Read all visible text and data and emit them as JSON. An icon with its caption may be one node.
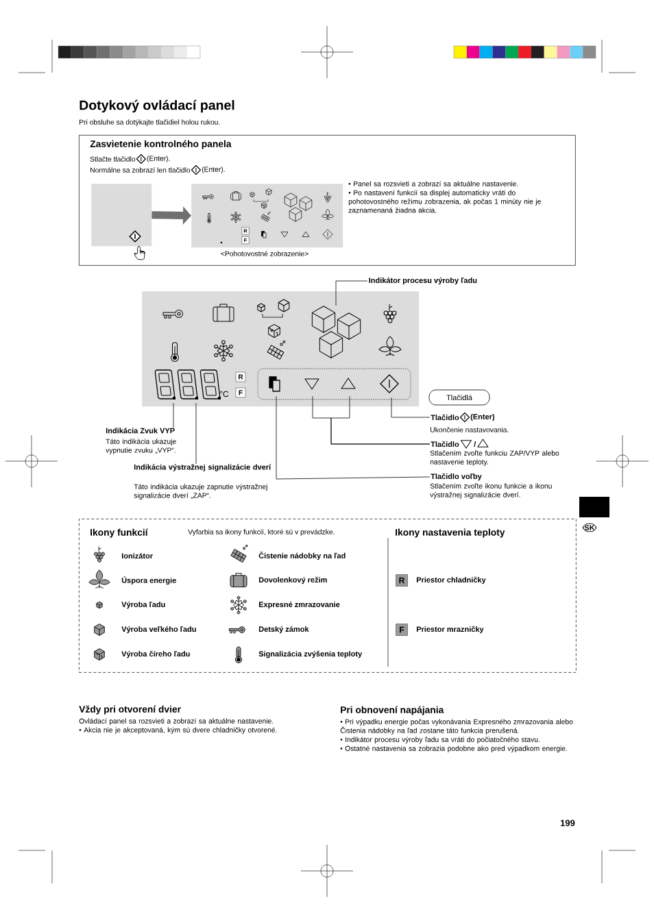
{
  "diagram": {
    "title": "Dotykový ovládací panel",
    "nodes": [
      {
        "text": [
          "Zasvietenie kontrolného panela",
          "Stlačte tlačidlo",
          "(Enter).",
          "Normálne sa zobrazí len tlačidlo",
          "(Enter).",
          "• Panel sa rozsvieti a zobrazí sa aktuálne nastavenie.",
          "• Po nastavení funkcií sa displej automaticky vráti do pohotovostného režimu zobrazenia, ak počas 1 minúty nie je zaznamenaná žiadna akcia."
        ]
      },
      {
        "text": [],
        "shape": "box",
        "in": 0
      },
      {
        "text": [],
        "shape": "box",
        "in": 0,
        "beside": [
          "<Pohotovostné zobrazenie>"
        ]
      },
      {
        "text": [],
        "shape": "box"
      },
      {
        "text": [
          "Indikátor procesu výroby ľadu"
        ]
      },
      {
        "text": [
          "Tlačidlá"
        ]
      },
      {
        "text": [
          "Tlačidlo",
          "(Enter)",
          "Ukončenie nastavovania."
        ]
      },
      {
        "text": [
          "Tlačidlo",
          "/",
          "Stlačením zvoľte funkciu ZAP/VYP alebo nastavenie teploty."
        ]
      },
      {
        "text": [
          "Tlačidlo voľby",
          "Stlačením zvoľte ikonu funkcie a ikonu výstražnej signalizácie dverí."
        ]
      },
      {
        "text": [
          "Indikácia Zvuk VYP",
          "Táto indikácia ukazuje vypnutie zvuku „VYP“."
        ]
      },
      {
        "text": [
          "Indikácia výstražnej signalizácie dverí",
          "Táto indikácia ukazuje zapnutie výstražnej signalizácie dverí „ZAP“."
        ]
      },
      {
        "text": [
          "Ikony funkcií",
          "Vyfarbia sa ikony funkcií, ktoré sú v prevádzke.",
          "Ikony nastavenia teploty"
        ]
      },
      {
        "text": [
          "SK"
        ]
      }
    ],
    "edges": [
      {
        "from": 1,
        "to": 2,
        "arrow": "to",
        "style": "thick",
        "color": "#707070"
      },
      {
        "from": 4,
        "to": 3,
        "arrow": "none"
      },
      {
        "from": 6,
        "to": 3,
        "arrow": "none"
      },
      {
        "from": 7,
        "to": 3,
        "arrow": "none"
      },
      {
        "from": 7,
        "to": 3,
        "arrow": "none"
      },
      {
        "from": 8,
        "to": 3,
        "arrow": "none"
      },
      {
        "from": 9,
        "to": 3,
        "arrow": "none"
      },
      {
        "from": 10,
        "to": 3,
        "arrow": "none"
      }
    ],
    "labels": [
      "Pri obsluhe sa dotýkajte tlačidiel holou rukou.",
      "R",
      "F",
      "°C",
      "R",
      "F",
      "Ionizátor",
      "Čistenie nádobky na ľad",
      "Úspora energie",
      "Dovolenkový režim",
      "R",
      "Priestor chladničky",
      "Výroba ľadu",
      "Expresné zmrazovanie",
      "Výroba veľkého ľadu",
      "Detský zámok",
      "F",
      "Priestor mrazničky",
      "Výroba číreho ľadu",
      "Signalizácia zvýšenia teploty",
      "Vždy pri otvorení dvier",
      "Ovládací panel sa rozsvieti a zobrazí sa aktuálne nastavenie.",
      "• Akcia nie je akceptovaná, kým sú dvere chladničky otvorené.",
      "Pri obnovení napájania",
      "• Pri výpadku energie počas vykonávania Expresného zmrazovania alebo Čistenia nádobky na ľad zostane táto funkcia prerušená.",
      "• Indikátor procesu výroby ľadu sa vráti do počiatočného stavu.",
      "• Ostatné nastavenia sa zobrazia podobne ako pred výpadkom energie.",
      "199"
    ]
  }
}
